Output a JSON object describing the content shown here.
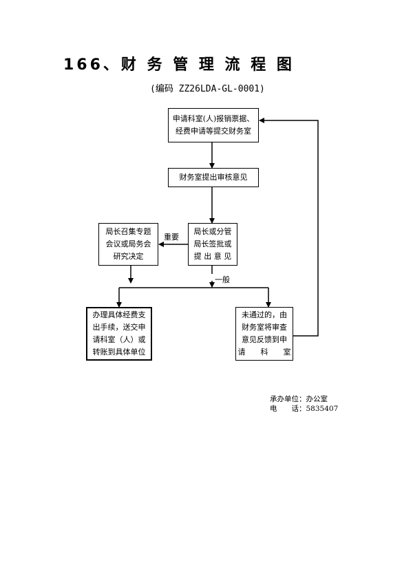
{
  "title": "166、财 务 管 理 流 程 图",
  "code": "(编码 ZZ26LDA-GL-0001)",
  "boxes": {
    "apply": "申请科室(人)报销票据、\n经费申请等提交财务室",
    "review": "财务室提出审核意见",
    "leader": "局长或分管\n局长签批或\n提 出 意 见",
    "meeting": "局长召集专题\n会议或局务会\n研究决定",
    "process": "办理具体经费支\n出手续，送交申\n请科室（人）或\n转账到具体单位",
    "reject": "未通过的，由\n财务室将审查\n意见反馈到申\n请　　科　　室"
  },
  "labels": {
    "important": "重要",
    "general": "一般"
  },
  "footer": {
    "unit": "承办单位：办公室",
    "phone": "电　　话：5835407"
  }
}
